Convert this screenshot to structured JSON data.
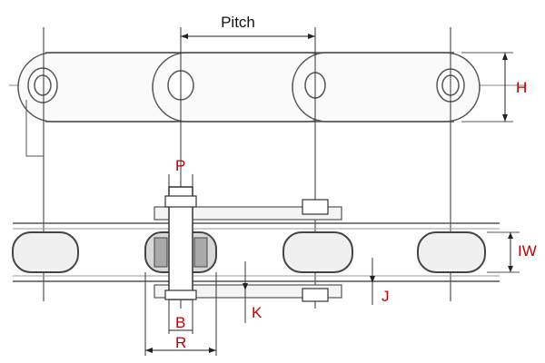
{
  "labels": {
    "pitch": "Pitch",
    "h": "H",
    "p": "P",
    "iw": "IW",
    "k": "K",
    "j": "J",
    "b": "B",
    "r": "R"
  },
  "colors": {
    "dimension_label": "#c00000",
    "pitch_label": "#111111",
    "outline": "#555555",
    "dimension_line": "#222222",
    "roller_fill": "#d8d8d8",
    "bushing_fill": "#a9a9a9"
  }
}
